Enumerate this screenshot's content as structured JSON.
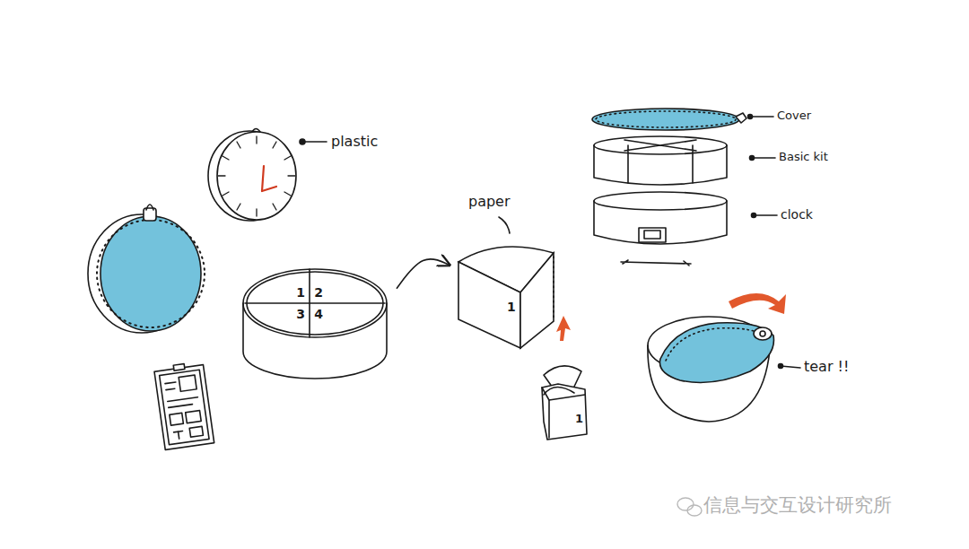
{
  "diagram": {
    "nodes": [
      {
        "text": [
          "1",
          "2",
          "3",
          "4"
        ]
      },
      {
        "text": [
          "1"
        ]
      }
    ],
    "edges": [
      {
        "from": 0,
        "to": 1,
        "arrow": "to"
      }
    ],
    "labels": [
      "plastic",
      "paper",
      "Cover",
      "Basic kit",
      "clock",
      "tear !!",
      "1",
      "信息与交互设计研究所"
    ]
  }
}
